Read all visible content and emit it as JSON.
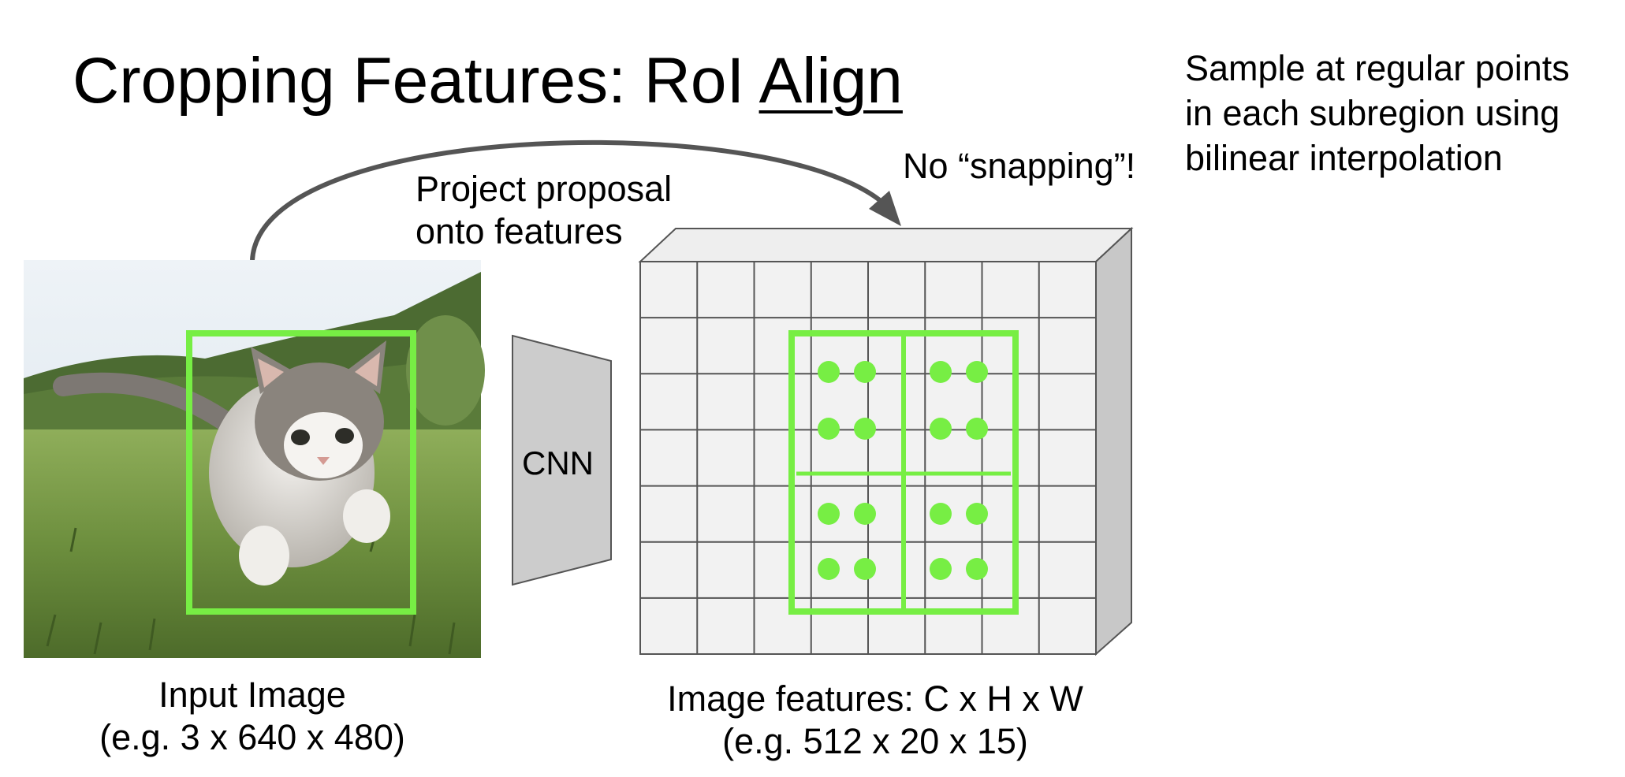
{
  "title": {
    "prefix": "Cropping Features: RoI ",
    "emphasis": "Align"
  },
  "annotation": {
    "line1": "Sample at regular points",
    "line2": "in each subregion using",
    "line3": "bilinear interpolation"
  },
  "arrow_label": {
    "line1": "Project proposal",
    "line2": "onto features"
  },
  "no_snapping": "No “snapping”!",
  "cnn_label": "CNN",
  "input_caption": {
    "line1": "Input Image",
    "line2": "(e.g. 3 x 640 x 480)"
  },
  "features_caption": {
    "line1": "Image features: C x H x W",
    "line2": "(e.g. 512 x 20 x 15)"
  },
  "colors": {
    "roi_green": "#77ee44",
    "grid_face": "#f2f2f2",
    "grid_line": "#555555",
    "cnn_fill": "#cccccc",
    "arrow": "#555555"
  },
  "icons": {
    "input_image": "kitten-photo-icon"
  }
}
